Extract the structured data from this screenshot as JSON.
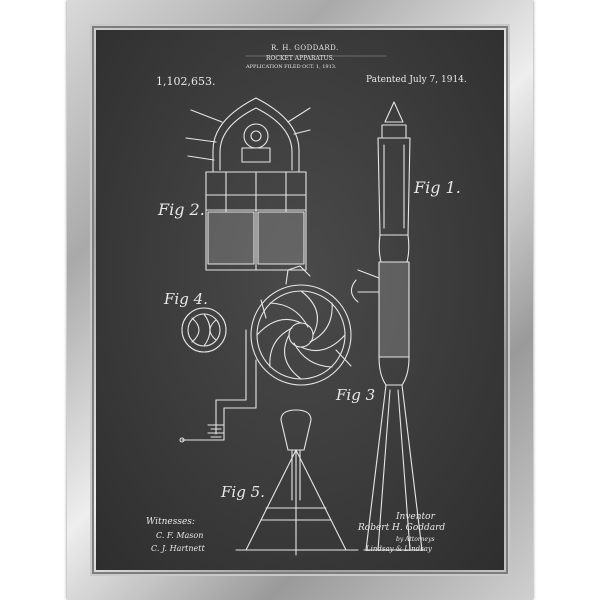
{
  "patent": {
    "inventor_header": "R. H. GODDARD.",
    "title": "ROCKET APPARATUS.",
    "application_line": "APPLICATION FILED OCT. 1, 1913.",
    "number": "1,102,653.",
    "patented": "Patented July 7, 1914."
  },
  "figure_labels": {
    "fig1": "Fig 1.",
    "fig2": "Fig 2.",
    "fig3": "Fig 3",
    "fig4": "Fig 4.",
    "fig5": "Fig 5."
  },
  "signatures": {
    "witnesses_label": "Witnesses:",
    "witness_1": "C. F. Mason",
    "witness_2": "C. J. Hartnett",
    "inventor_label": "Inventor",
    "inventor_name": "Robert H. Goddard",
    "attorney_line": "by Attorneys",
    "attorney_firm": "Lindsay & Lindsay"
  },
  "colors": {
    "chalk": "#e8e8e8",
    "board": "#3b3b3b",
    "frame": "#bdbdbd"
  }
}
